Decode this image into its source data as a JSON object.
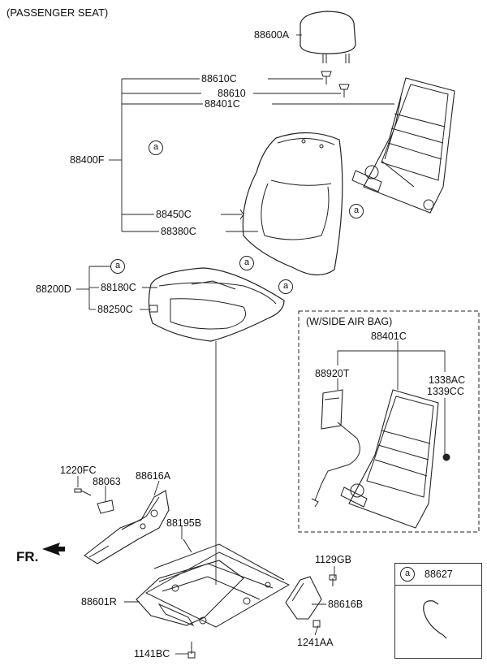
{
  "title": "(PASSENGER SEAT)",
  "fr_label": "FR.",
  "callout_letter": "a",
  "side_airbag": {
    "title": "(W/SIDE AIR BAG)",
    "frame": "88401C",
    "airbag": "88920T",
    "nut1": "1338AC",
    "nut2": "1339CC"
  },
  "legend": {
    "letter": "a",
    "part": "88627"
  },
  "parts": {
    "headrest": "88600A",
    "guide_c": "88610C",
    "guide": "88610",
    "back_frame": "88401C",
    "back_assy": "88400F",
    "back_cover": "88450C",
    "back_pad": "88380C",
    "cushion_assy": "88200D",
    "cushion_cover": "88180C",
    "cushion_pad": "88250C",
    "bolt_1220": "1220FC",
    "part_88063": "88063",
    "shield_a": "88616A",
    "bolt_88195": "88195B",
    "bolt_1129": "1129GB",
    "track": "88601R",
    "shield_b": "88616B",
    "bolt_1141": "1141BC",
    "bolt_1241": "1241AA"
  }
}
